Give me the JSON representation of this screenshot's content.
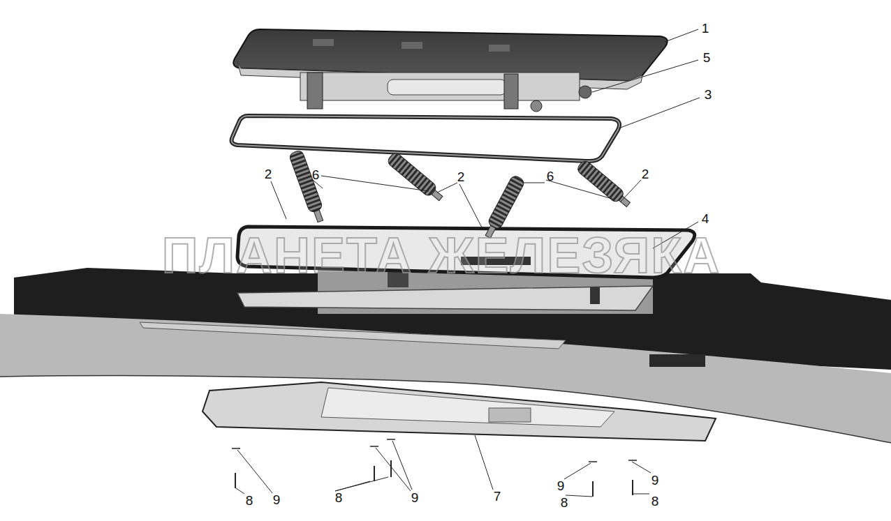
{
  "diagram": {
    "labels": [
      "1",
      "5",
      "3",
      "2",
      "6",
      "2",
      "6",
      "2",
      "4",
      "ПЛАНЕТА ЖЕЛЕЗЯКА",
      "8",
      "9",
      "8",
      "9",
      "7",
      "9",
      "8",
      "9",
      "8"
    ]
  }
}
